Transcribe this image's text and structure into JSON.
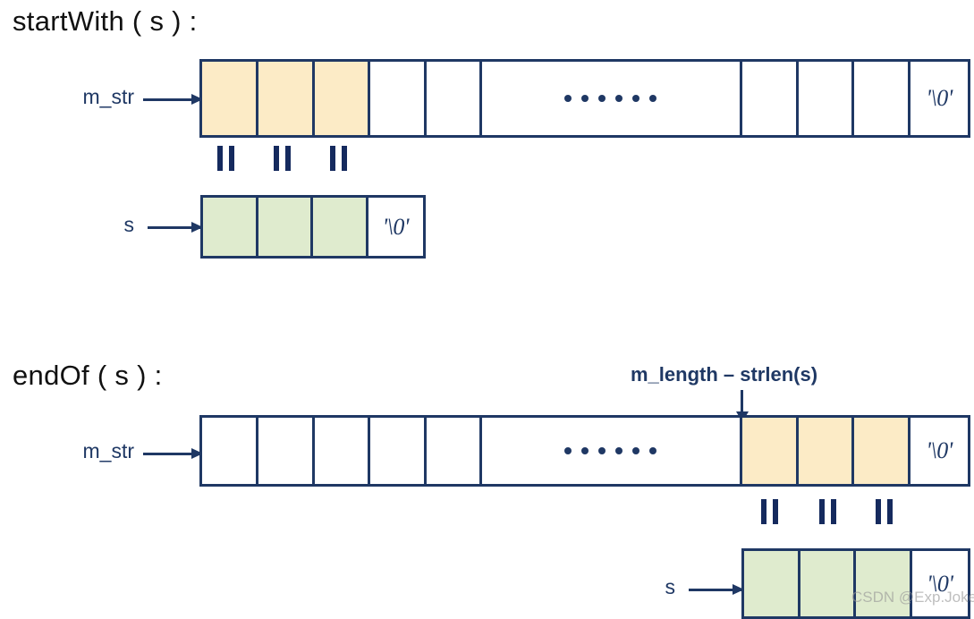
{
  "diagram": {
    "title_startwith": "startWith ( s ) :",
    "title_endof": "endOf ( s ) :",
    "watermark": "CSDN @Exp.Joker",
    "colors": {
      "ink": "#1F3864",
      "highlight_yellow": "#FCEBC6",
      "highlight_green": "#DFEBCE",
      "title_black": "#111111"
    }
  },
  "startwith": {
    "m_str": {
      "label": "m_str",
      "cells": [
        {
          "fill": "yellow",
          "text": ""
        },
        {
          "fill": "yellow",
          "text": ""
        },
        {
          "fill": "yellow",
          "text": ""
        },
        {
          "fill": "white",
          "text": ""
        },
        {
          "fill": "white",
          "text": ""
        },
        {
          "fill": "white",
          "text": "……"
        },
        {
          "fill": "white",
          "text": ""
        },
        {
          "fill": "white",
          "text": ""
        },
        {
          "fill": "white",
          "text": ""
        },
        {
          "fill": "white",
          "text": "'\\0'"
        }
      ]
    },
    "equals_marks": 3,
    "s": {
      "label": "s",
      "cells": [
        {
          "fill": "green",
          "text": ""
        },
        {
          "fill": "green",
          "text": ""
        },
        {
          "fill": "green",
          "text": ""
        },
        {
          "fill": "white",
          "text": "'\\0'"
        }
      ]
    }
  },
  "endof": {
    "annotation": "m_length – strlen(s)",
    "m_str": {
      "label": "m_str",
      "cells": [
        {
          "fill": "white",
          "text": ""
        },
        {
          "fill": "white",
          "text": ""
        },
        {
          "fill": "white",
          "text": ""
        },
        {
          "fill": "white",
          "text": ""
        },
        {
          "fill": "white",
          "text": ""
        },
        {
          "fill": "white",
          "text": "……"
        },
        {
          "fill": "yellow",
          "text": ""
        },
        {
          "fill": "yellow",
          "text": ""
        },
        {
          "fill": "yellow",
          "text": ""
        },
        {
          "fill": "white",
          "text": "'\\0'"
        }
      ]
    },
    "equals_marks": 3,
    "s": {
      "label": "s",
      "cells": [
        {
          "fill": "green",
          "text": ""
        },
        {
          "fill": "green",
          "text": ""
        },
        {
          "fill": "green",
          "text": ""
        },
        {
          "fill": "white",
          "text": "'\\0'"
        }
      ]
    }
  }
}
